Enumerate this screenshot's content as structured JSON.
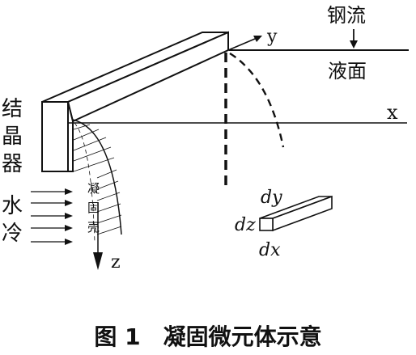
{
  "labels": {
    "steel_flow": "钢流",
    "liquid_surface": "液面",
    "axis_x": "x",
    "axis_y": "y",
    "axis_z": "z",
    "mold": [
      "结",
      "晶",
      "器"
    ],
    "water_cooling": [
      "水",
      "冷"
    ],
    "shell": [
      "凝",
      "固",
      "壳"
    ],
    "element_dx": "dx",
    "element_dy": "dy",
    "element_dz": "dz"
  },
  "caption": "图 1　凝固微元体示意"
}
